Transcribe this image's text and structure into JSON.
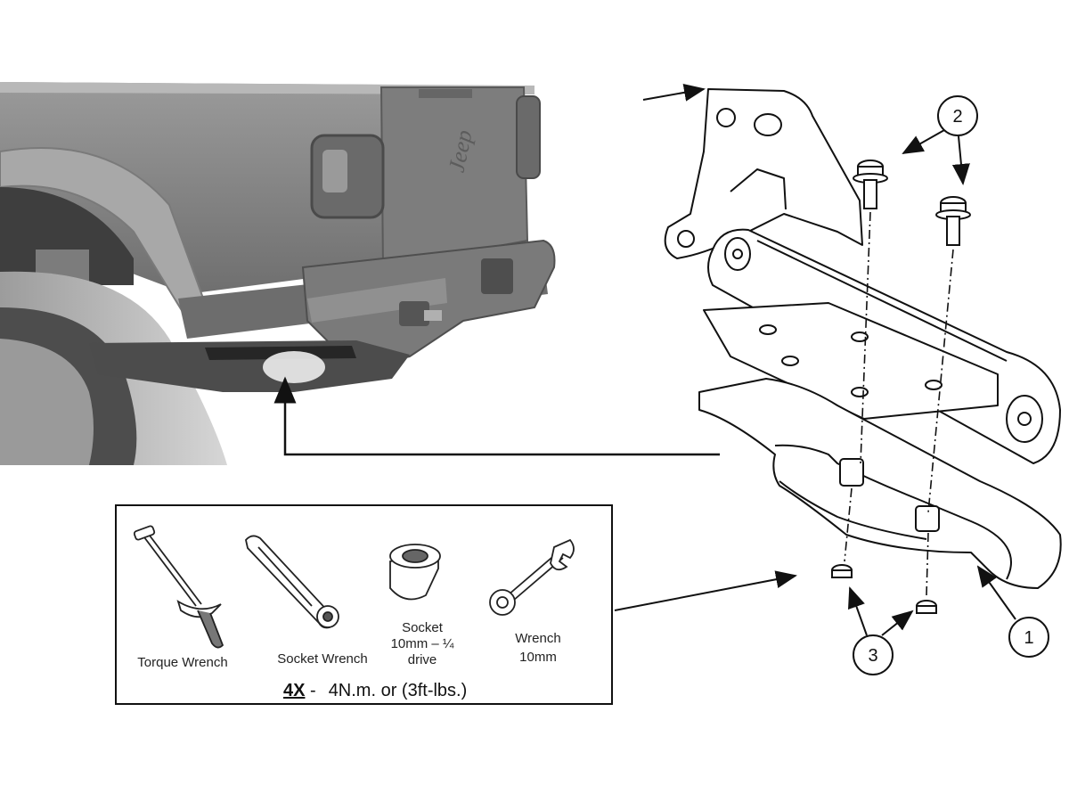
{
  "callouts": {
    "part1": "1",
    "part2": "2",
    "part3": "3"
  },
  "vehicle": {
    "logo": "Jeep"
  },
  "tools": {
    "torque_wrench": "Torque Wrench",
    "socket_wrench": "Socket Wrench",
    "socket_line1": "Socket",
    "socket_line2": "10mm – ¼",
    "socket_line3": "drive",
    "wrench_line1": "Wrench",
    "wrench_line2": "10mm"
  },
  "torque": {
    "quantity": "4X",
    "separator": " -",
    "spec": "4N.m. or (3ft-lbs.)"
  },
  "colors": {
    "line": "#111111",
    "truck_body": "#8a8a8a",
    "truck_dark": "#5e5e5e",
    "truck_light": "#b4b4b4"
  }
}
